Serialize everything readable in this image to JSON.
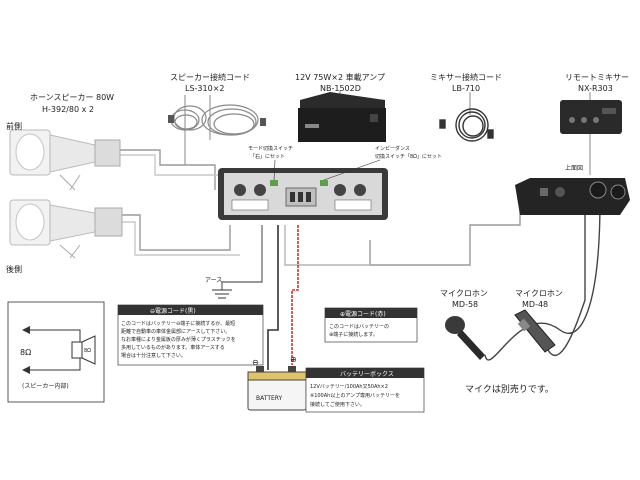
{
  "speaker": {
    "title": "ホーンスピーカー 80W",
    "model": "H-392/80 x 2",
    "front": "前側",
    "rear": "後側"
  },
  "cord": {
    "title": "スピーカー接続コード",
    "model": "LS-310×2"
  },
  "amp": {
    "title": "12V 75W×2 車載アンプ",
    "model": "NB-1502D",
    "mode_note": [
      "モード切換スイッチ",
      "「右」にセット"
    ],
    "imp_note": [
      "インピーダンス",
      "切換スイッチ「8Ω」にセット"
    ]
  },
  "mixer_cord": {
    "title": "ミキサー接続コード",
    "model": "LB-710"
  },
  "remote": {
    "title": "リモートミキサー",
    "model": "NX-R303",
    "top_label": "上面図"
  },
  "earth": {
    "label": "アース"
  },
  "neg_cord": {
    "title": "⊖電源コード(黒)",
    "text": [
      "このコードはバッテリー⊖端子に接続するか、最短",
      "距離で自動車の車体金属部にアースして下さい。",
      "なお車種により金属板の厚みが薄くプラスチックを",
      "多用しているものがあります。車体アースする",
      "場合は十分注意して下さい。"
    ]
  },
  "pos_cord": {
    "title": "⊕電源コード(赤)",
    "text": [
      "このコードはバッテリーの",
      "⊕端子に接続します。"
    ]
  },
  "battery": {
    "box_title": "バッテリーボックス",
    "text": [
      "12Vバッテリー/100Ah又50Ah×2",
      "※100Ah以上のアンプ専用バッテリーを",
      "接続してご使用下さい。"
    ],
    "label": "BATTERY",
    "minus": "⊖",
    "plus": "⊕"
  },
  "inset": {
    "ohm": "8Ω",
    "speaker_tag": "8Ω",
    "caption": "(スピーカー内部)"
  },
  "mic": {
    "left_title": "マイクロホン",
    "left_model": "MD-58",
    "right_title": "マイクロホン",
    "right_model": "MD-48",
    "note": "マイクは別売りです。"
  }
}
